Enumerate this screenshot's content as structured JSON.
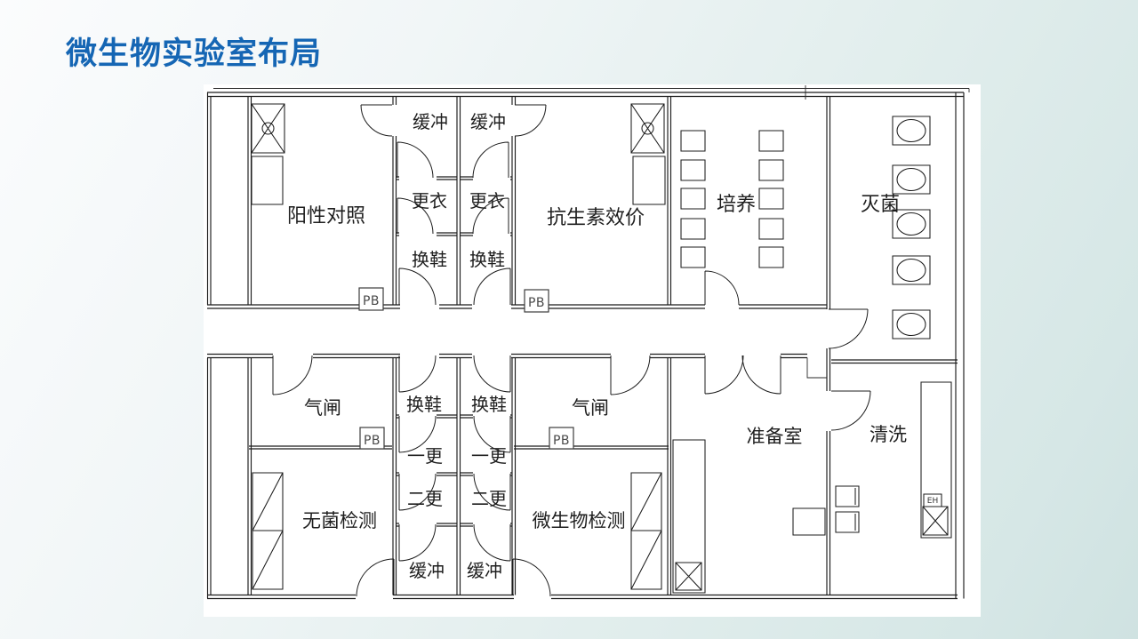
{
  "slide": {
    "title": "微生物实验室布局"
  },
  "plan": {
    "rooms": {
      "positive_control": "阳性对照",
      "antibiotic_potency": "抗生素效价",
      "culture": "培养",
      "sterilization": "灭菌",
      "buffer_top_left": "缓冲",
      "buffer_top_right": "缓冲",
      "gowning_left": "更衣",
      "gowning_right": "更衣",
      "shoe_change_top_left": "换鞋",
      "shoe_change_top_right": "换鞋",
      "airlock_left": "气闸",
      "airlock_right": "气闸",
      "shoe_change_bottom_left": "换鞋",
      "shoe_change_bottom_right": "换鞋",
      "first_change_left": "一更",
      "first_change_right": "一更",
      "second_change_left": "二更",
      "second_change_right": "二更",
      "buffer_bottom_left": "缓冲",
      "buffer_bottom_right": "缓冲",
      "sterile_test": "无菌检测",
      "micro_test": "微生物检测",
      "prep_room": "准备室",
      "washing": "清洗"
    },
    "labels": {
      "pass_box": "PB",
      "equipment_tag": "EH"
    }
  }
}
